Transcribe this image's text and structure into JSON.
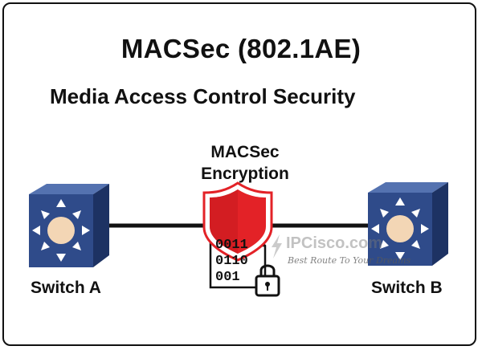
{
  "title": "MACSec (802.1AE)",
  "subtitle": "Media Access Control Security",
  "encryption_label": "MACSec\nEncryption",
  "switch_a_label": "Switch A",
  "switch_b_label": "Switch B",
  "bits": [
    "0011",
    "0110",
    "001"
  ],
  "watermark": {
    "brand": "IPCisco.com",
    "tagline": "Best Route To Your Dreams"
  },
  "icons": {
    "switch": "layer3-switch-icon",
    "shield": "security-shield-icon",
    "lock": "padlock-icon",
    "document": "binary-document-icon"
  },
  "colors": {
    "switch_face": "#2f4b8a",
    "switch_top": "#5472b0",
    "switch_side": "#1d3263",
    "hub": "#f3d6b5",
    "shield": "#e32227",
    "link": "#111111"
  }
}
